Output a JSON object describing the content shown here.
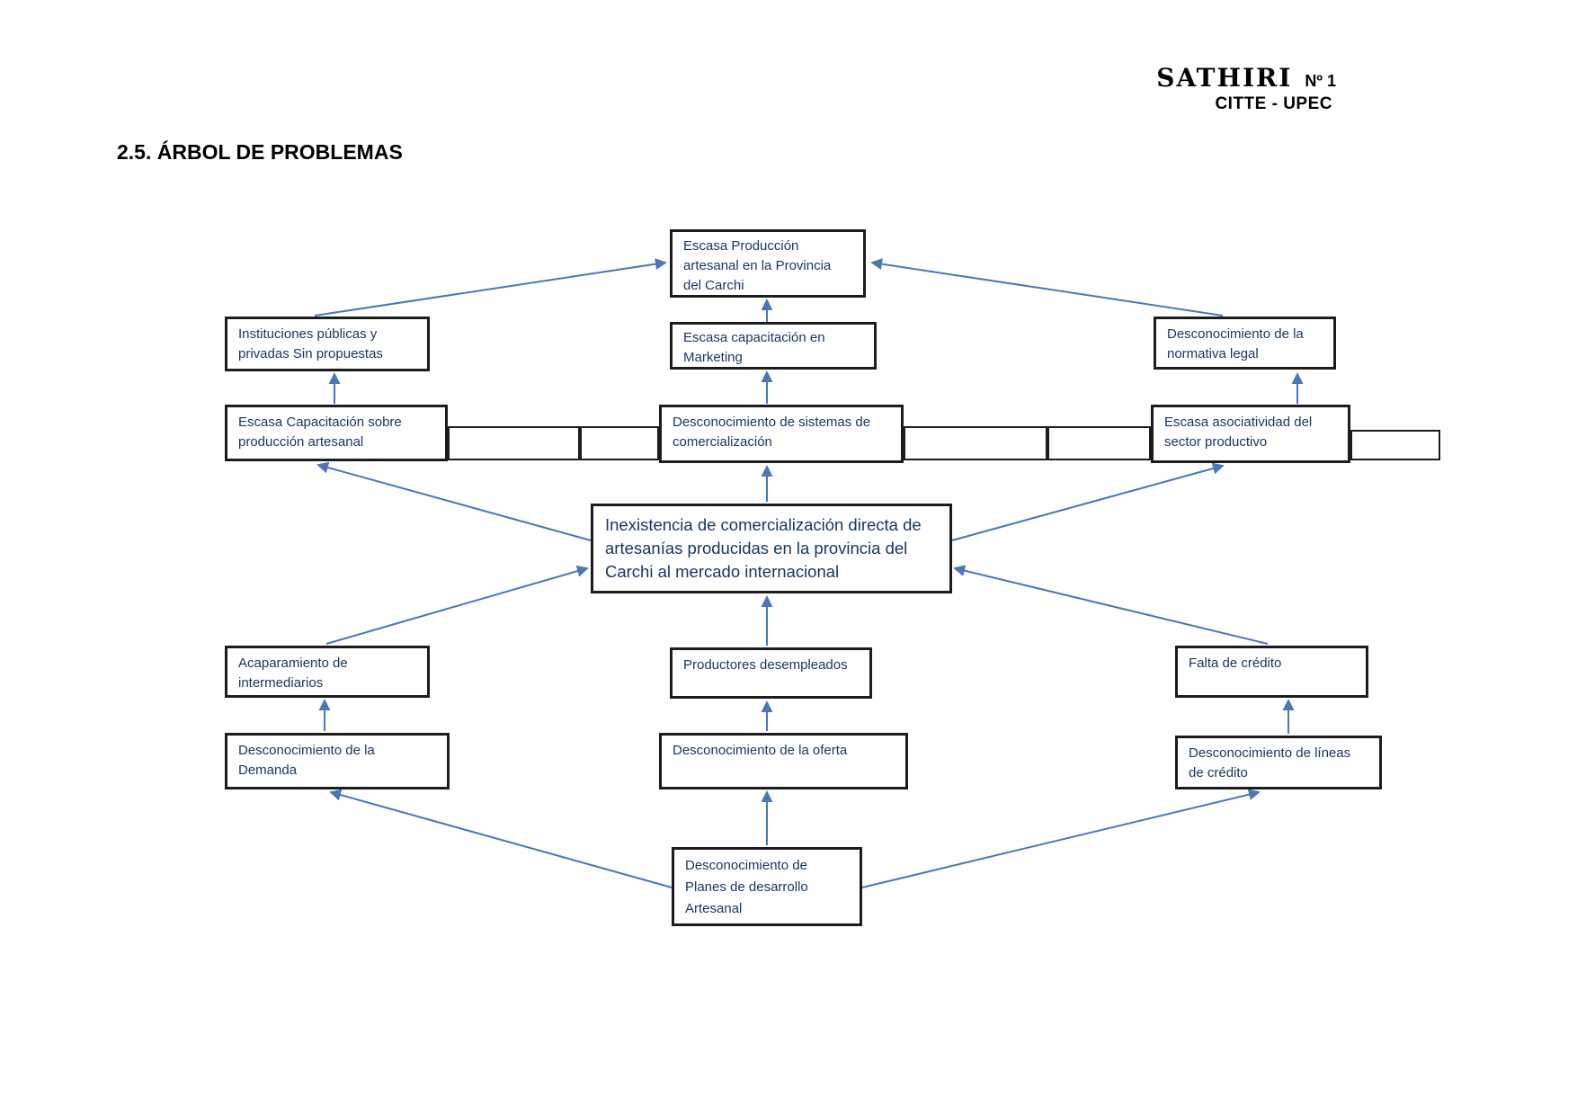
{
  "header": {
    "journal": "SATHIRI",
    "issue": "Nº 1",
    "institution": "CITTE - UPEC"
  },
  "page_title": "2.5. ÁRBOL DE PROBLEMAS",
  "colors": {
    "arrow": "#4a77b8",
    "box_border": "#1c1c1c",
    "box_text": "#17365d"
  },
  "tree": {
    "effect_top": "Escasa Producción artesanal en la Provincia del Carchi",
    "effects_mid": {
      "left": "Instituciones públicas y privadas Sin propuestas",
      "center": "Escasa capacitación en Marketing",
      "right": "Desconocimiento de la normativa legal"
    },
    "effects_low": {
      "left": "Escasa Capacitación sobre producción artesanal",
      "center": "Desconocimiento de sistemas de comercialización",
      "right": "Escasa asociatividad del sector productivo"
    },
    "core_problem": "Inexistencia de comercialización directa de artesanías producidas en la provincia del Carchi al mercado internacional",
    "causes_high": {
      "left": "Acaparamiento de intermediarios",
      "center": "Productores desempleados",
      "right": "Falta de crédito"
    },
    "causes_mid": {
      "left": "Desconocimiento de la Demanda",
      "center": "Desconocimiento de la oferta",
      "right": "Desconocimiento de líneas de crédito"
    },
    "cause_root": "Desconocimiento de Planes de desarrollo Artesanal"
  }
}
